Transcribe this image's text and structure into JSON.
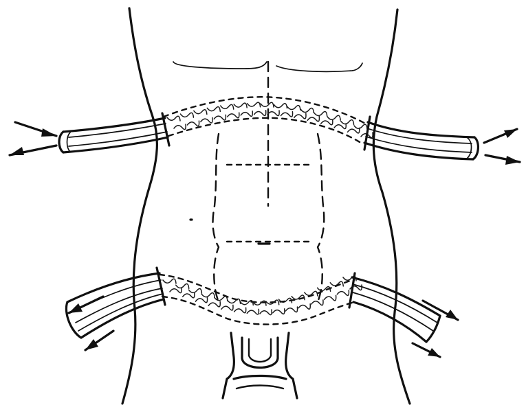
{
  "figure": {
    "background": "#ffffff",
    "ink_color": "#111111",
    "subject": "abdomen-line-drawing",
    "drains": [
      {
        "id": "upper",
        "flow": "outward"
      },
      {
        "id": "lower",
        "flow": "outward"
      }
    ]
  }
}
